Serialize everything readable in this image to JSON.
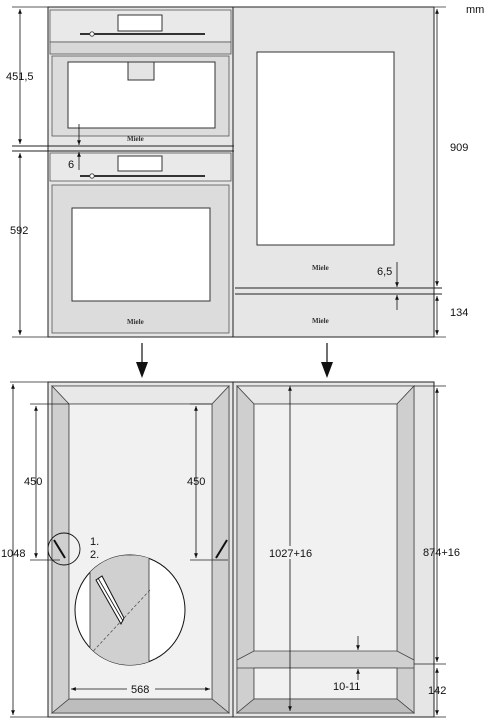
{
  "unit": "mm",
  "brand": "Miele",
  "top_view": {
    "dim_left_upper": "451,5",
    "dim_gap": "6",
    "dim_left_lower": "592",
    "dim_right_total": "909",
    "dim_right_gap": "6,5",
    "dim_right_bottom": "134"
  },
  "bottom_view": {
    "dim_total_height": "1048",
    "dim_left_450": "450",
    "dim_right_450": "450",
    "step_1": "1.",
    "step_2": "2.",
    "dim_width": "568",
    "dim_right_inner": "1027+16",
    "dim_right_outer": "874+16",
    "dim_gap_range": "10-11",
    "dim_bottom": "142"
  },
  "colors": {
    "panel": "#e6e6e6",
    "panel_dark": "#c9c9c9",
    "line": "#222222",
    "detail": "#d0d0d0"
  }
}
